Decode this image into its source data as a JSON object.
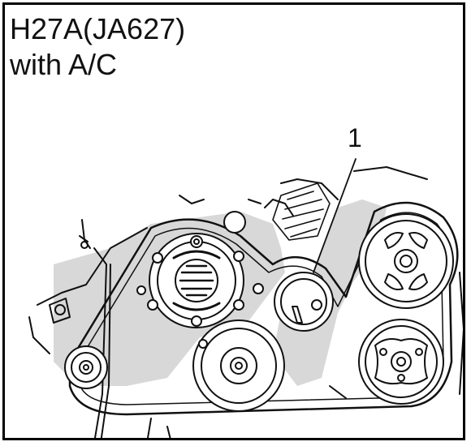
{
  "title": {
    "line1": "H27A(JA627)",
    "line2": "with A/C"
  },
  "callout": {
    "label": "1"
  }
}
